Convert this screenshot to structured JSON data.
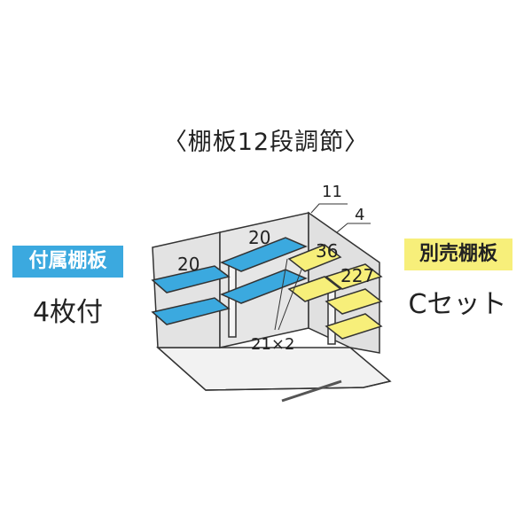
{
  "title": "〈棚板12段調節〉",
  "included": {
    "badge": "付属棚板",
    "count": "4枚付"
  },
  "sold_separately": {
    "badge": "別売棚板",
    "set": "Cセット"
  },
  "labels": {
    "blue_left": "20",
    "blue_back": "20",
    "callout_top": "11",
    "callout_side": "4",
    "yellow_back": "36",
    "yellow_front": "227",
    "uprights": "21×2"
  },
  "colors": {
    "included_shelf": "#3ba9df",
    "separate_shelf": "#f7ef7a",
    "shed_fill": "#e3e3e3",
    "outline": "#333333"
  }
}
